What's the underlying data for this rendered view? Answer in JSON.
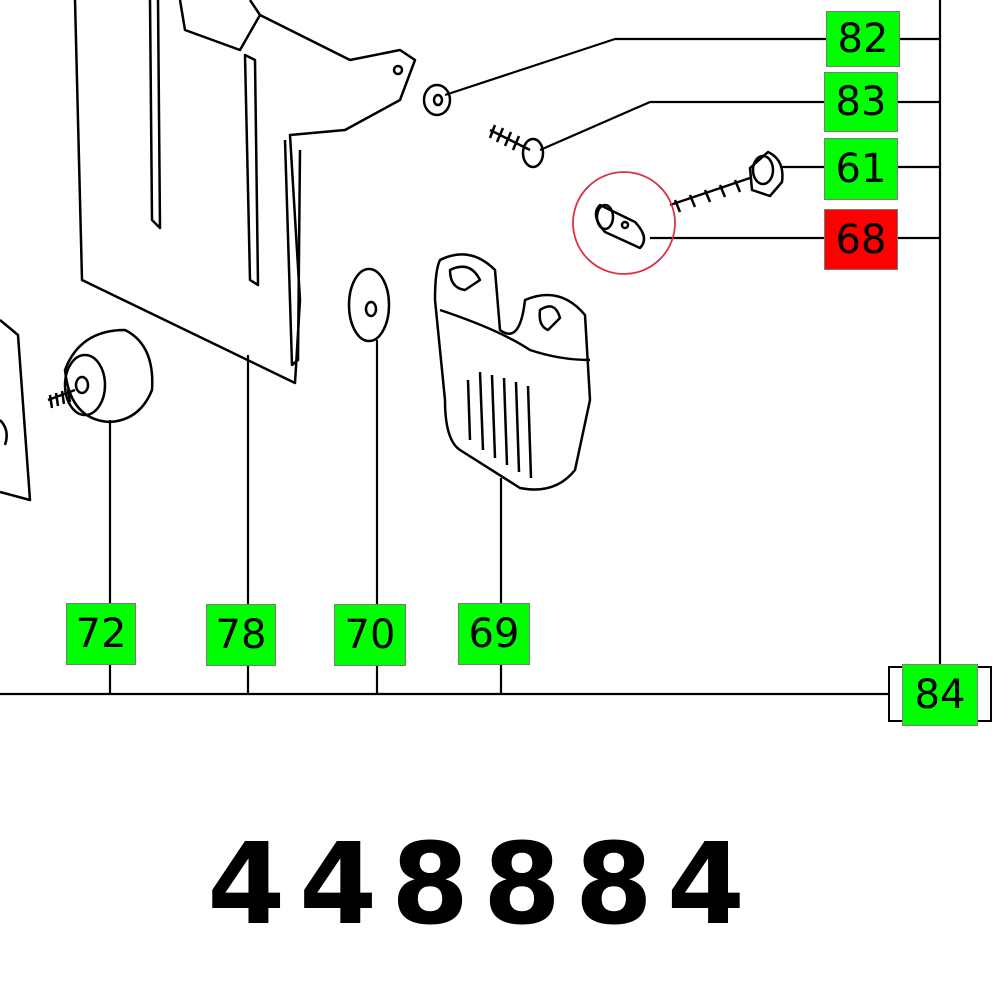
{
  "diagram": {
    "part_number": "448884",
    "colors": {
      "normal_label": "#00ff00",
      "highlighted_label": "#ff0000",
      "highlight_circle": "#d9324a"
    },
    "labels": [
      {
        "id": "82",
        "state": "normal"
      },
      {
        "id": "83",
        "state": "normal"
      },
      {
        "id": "61",
        "state": "normal"
      },
      {
        "id": "68",
        "state": "highlighted"
      },
      {
        "id": "72",
        "state": "normal"
      },
      {
        "id": "78",
        "state": "normal"
      },
      {
        "id": "70",
        "state": "normal"
      },
      {
        "id": "69",
        "state": "normal"
      },
      {
        "id": "84",
        "state": "normal"
      }
    ]
  }
}
